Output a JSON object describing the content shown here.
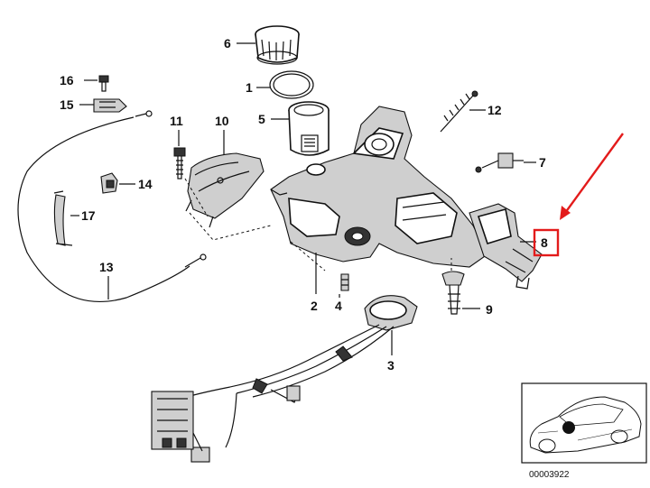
{
  "parts": [
    {
      "id": "1",
      "label": "1"
    },
    {
      "id": "2",
      "label": "2"
    },
    {
      "id": "3",
      "label": "3"
    },
    {
      "id": "4",
      "label": "4"
    },
    {
      "id": "5",
      "label": "5"
    },
    {
      "id": "6",
      "label": "6"
    },
    {
      "id": "7",
      "label": "7"
    },
    {
      "id": "8",
      "label": "8"
    },
    {
      "id": "9",
      "label": "9"
    },
    {
      "id": "10",
      "label": "10"
    },
    {
      "id": "11",
      "label": "11"
    },
    {
      "id": "12",
      "label": "12"
    },
    {
      "id": "13",
      "label": "13"
    },
    {
      "id": "14",
      "label": "14"
    },
    {
      "id": "15",
      "label": "15"
    },
    {
      "id": "16",
      "label": "16"
    },
    {
      "id": "17",
      "label": "17"
    }
  ],
  "highlight": {
    "part": "8",
    "color": "#e31b1b"
  },
  "reference_number": "00003922"
}
